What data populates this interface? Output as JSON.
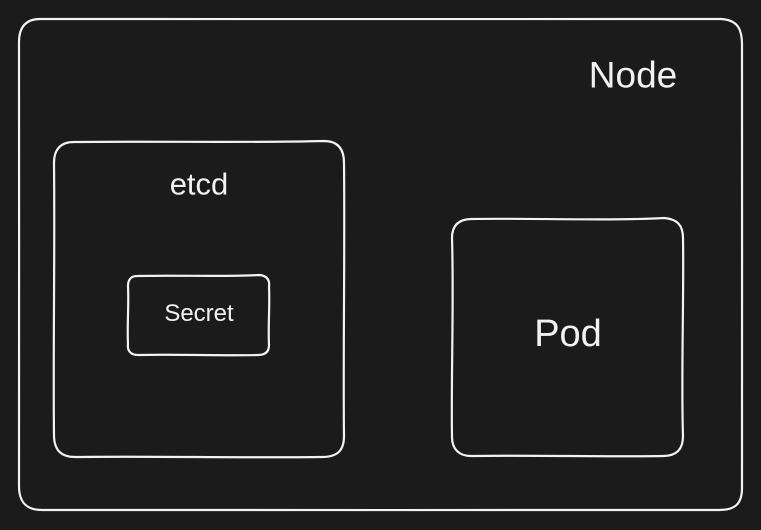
{
  "diagram": {
    "node_label": "Node",
    "etcd_label": "etcd",
    "secret_label": "Secret",
    "pod_label": "Pod"
  }
}
